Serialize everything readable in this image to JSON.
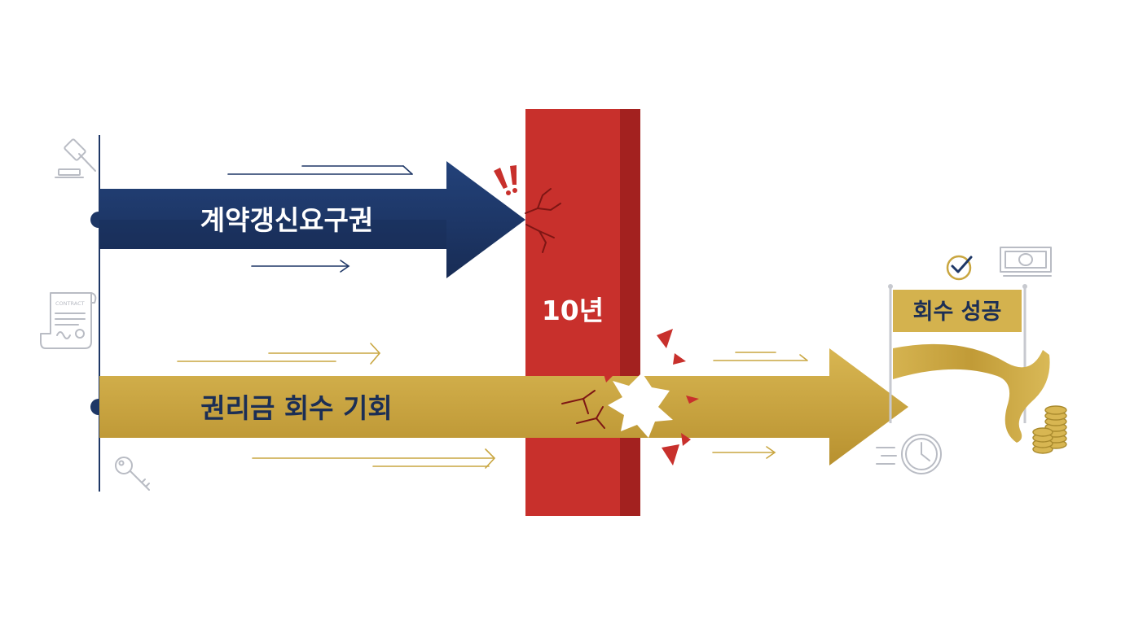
{
  "labels": {
    "renewal_right": "계약갱신요구권",
    "wall_period": "10년",
    "premium_recovery": "권리금 회수 기회",
    "success_flag": "회수 성공"
  },
  "icons": {
    "gavel": "gavel-icon",
    "contract": "contract-icon",
    "contract_word": "CONTRACT",
    "key": "key-icon",
    "clock": "clock-icon",
    "check": "check-circle-icon",
    "banknote": "banknote-icon",
    "coins": "coin-stack-icon"
  },
  "colors": {
    "navy": "#1e3766",
    "gold": "#c9a640",
    "wall_red": "#c8302c",
    "wall_shadow": "#a3211f",
    "icon_gray": "#b9bcc4"
  }
}
